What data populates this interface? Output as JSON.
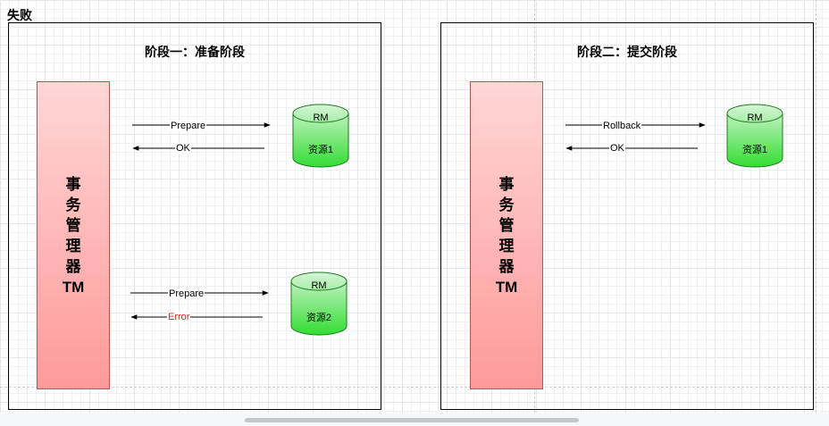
{
  "page": {
    "title": "失败"
  },
  "panels": [
    {
      "title": "阶段一：准备阶段",
      "tm": {
        "chars": [
          "事",
          "务",
          "管",
          "理",
          "器",
          "TM"
        ]
      },
      "resources": [
        {
          "top": "RM",
          "name": "资源1"
        },
        {
          "top": "RM",
          "name": "资源2"
        }
      ],
      "arrows": [
        {
          "label": "Prepare"
        },
        {
          "label": "OK"
        },
        {
          "label": "Prepare"
        },
        {
          "label": "Error"
        }
      ]
    },
    {
      "title": "阶段二：提交阶段",
      "tm": {
        "chars": [
          "事",
          "务",
          "管",
          "理",
          "器",
          "TM"
        ]
      },
      "resources": [
        {
          "top": "RM",
          "name": "资源1"
        }
      ],
      "arrows": [
        {
          "label": "Rollback"
        },
        {
          "label": "OK"
        }
      ]
    }
  ],
  "colors": {
    "tm_fill_top": "#ffd6d6",
    "tm_fill_bottom": "#ff9999",
    "rm_fill_top": "#d5f5d5",
    "rm_fill_bottom": "#33dd33",
    "error_text": "#e0201b"
  }
}
